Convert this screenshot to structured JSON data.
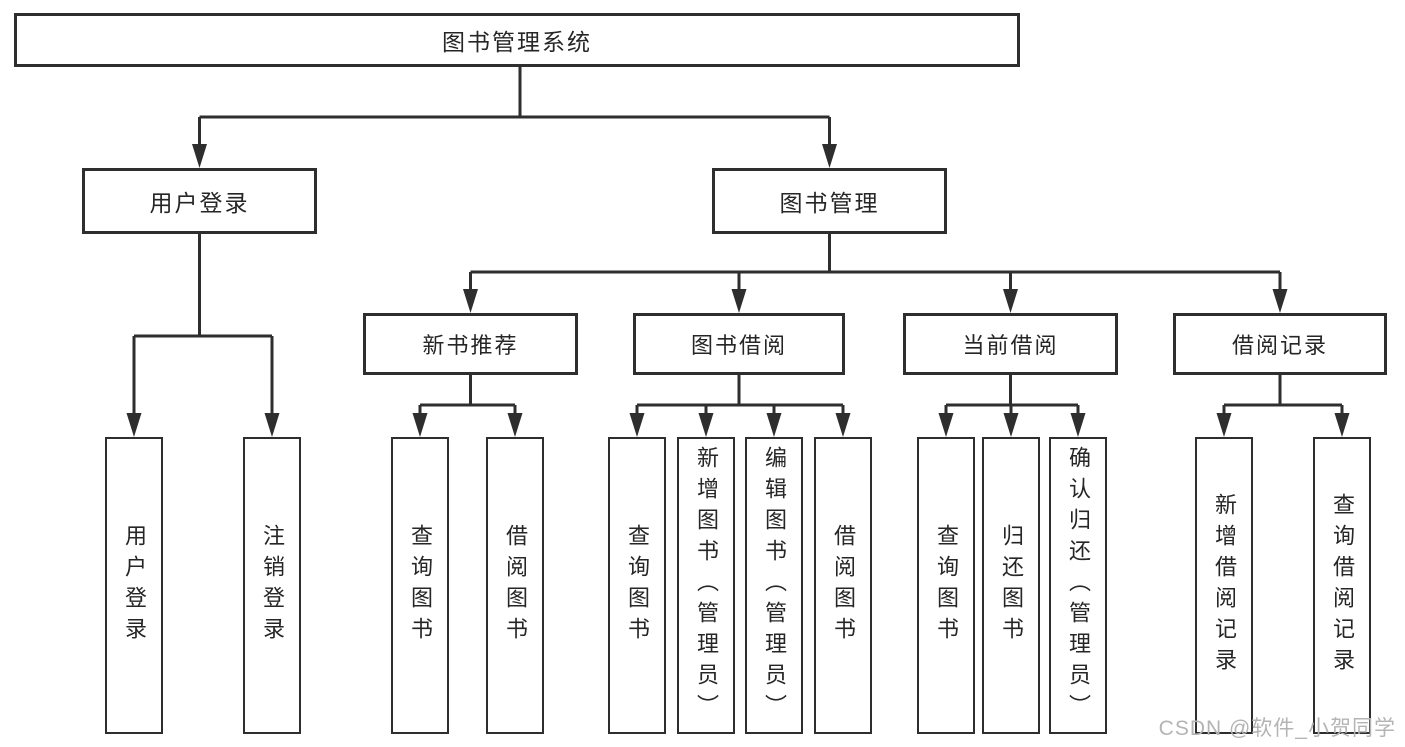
{
  "tree": {
    "root": {
      "label": "图书管理系统"
    },
    "branches": [
      {
        "label": "用户登录",
        "children": [
          {
            "label": "用户登录"
          },
          {
            "label": "注销登录"
          }
        ]
      },
      {
        "label": "图书管理",
        "children": [
          {
            "label": "新书推荐",
            "children": [
              {
                "label": "查询图书"
              },
              {
                "label": "借阅图书"
              }
            ]
          },
          {
            "label": "图书借阅",
            "children": [
              {
                "label": "查询图书"
              },
              {
                "label": "新增图书（管理员）"
              },
              {
                "label": "编辑图书（管理员）"
              },
              {
                "label": "借阅图书"
              }
            ]
          },
          {
            "label": "当前借阅",
            "children": [
              {
                "label": "查询图书"
              },
              {
                "label": "归还图书"
              },
              {
                "label": "确认归还（管理员）"
              }
            ]
          },
          {
            "label": "借阅记录",
            "children": [
              {
                "label": "新增借阅记录"
              },
              {
                "label": "查询借阅记录"
              }
            ]
          }
        ]
      }
    ]
  },
  "watermark": {
    "text": "CSDN @软件_小贺同学"
  },
  "colors": {
    "line": "#2e2e2e",
    "text": "#262626",
    "watermark": "#b4b4b4",
    "background": "#ffffff"
  }
}
